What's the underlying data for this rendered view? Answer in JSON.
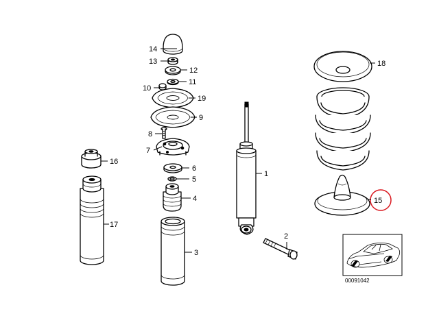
{
  "callouts": {
    "c1": "1",
    "c2": "2",
    "c3": "3",
    "c4": "4",
    "c5": "5",
    "c6": "6",
    "c7": "7",
    "c8": "8",
    "c9": "9",
    "c10": "10",
    "c11": "11",
    "c12": "12",
    "c13": "13",
    "c14": "14",
    "c15": "15",
    "c16": "16",
    "c17": "17",
    "c18": "18",
    "c19": "19"
  },
  "highlight": {
    "callout": "15",
    "color": "#d9141b"
  },
  "thumbnail": {
    "caption": "00091042"
  }
}
